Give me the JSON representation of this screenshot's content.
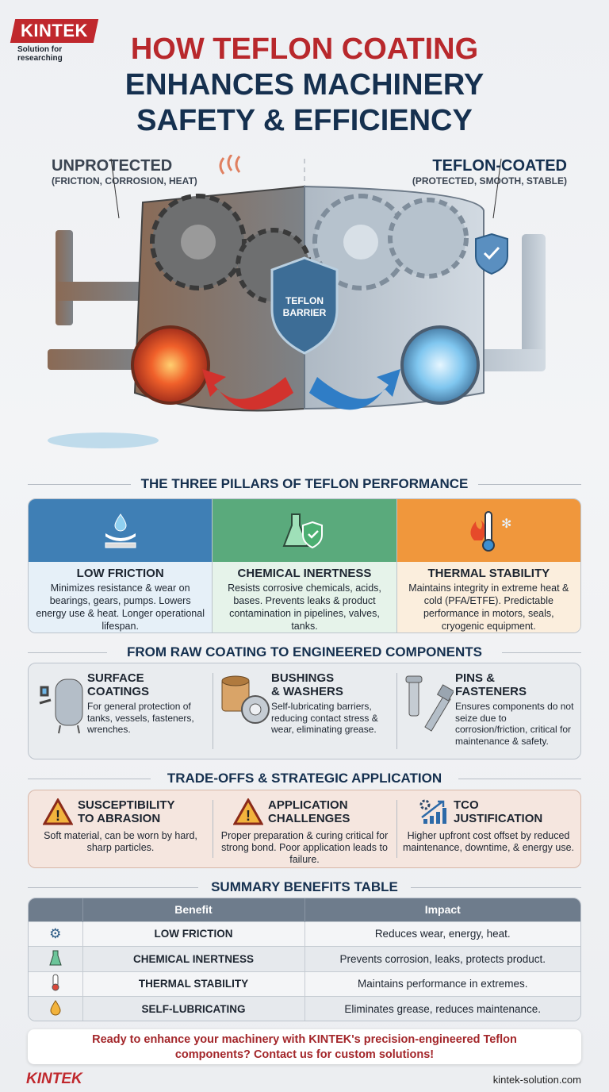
{
  "brand": {
    "logo": "KINTEK",
    "tagline": "Solution for researching",
    "accent": "#c0282d",
    "navy": "#15304f"
  },
  "title": {
    "line1": "HOW TEFLON COATING",
    "line2": "ENHANCES MACHINERY",
    "line3": "SAFETY & EFFICIENCY"
  },
  "comparison": {
    "left": {
      "title": "UNPROTECTED",
      "subtitle": "(FRICTION, CORROSION, HEAT)"
    },
    "right": {
      "title": "TEFLON-COATED",
      "subtitle": "(PROTECTED, SMOOTH, STABLE)"
    },
    "shield": {
      "line1": "TEFLON",
      "line2": "BARRIER"
    }
  },
  "pillars": {
    "heading": "THE THREE PILLARS OF TEFLON PERFORMANCE",
    "items": [
      {
        "icon": "water-drop-surface-icon",
        "color": "#3f7fb5",
        "title": "LOW FRICTION",
        "desc": "Minimizes resistance & wear on bearings, gears, pumps. Lowers energy use & heat. Longer operational lifespan."
      },
      {
        "icon": "flask-shield-icon",
        "color": "#5aaa7c",
        "title": "CHEMICAL INERTNESS",
        "desc": "Resists corrosive chemicals, acids, bases. Prevents leaks & product contamination in pipelines, valves, tanks."
      },
      {
        "icon": "thermometer-fire-ice-icon",
        "color": "#f0973c",
        "title": "THERMAL STABILITY",
        "desc": "Maintains integrity in extreme heat & cold (PFA/ETFE). Predictable performance in motors, seals, cryogenic equipment."
      }
    ]
  },
  "components": {
    "heading": "FROM RAW COATING TO ENGINEERED COMPONENTS",
    "items": [
      {
        "icon": "spray-gun-tank-icon",
        "title1": "SURFACE",
        "title2": "COATINGS",
        "desc": "For general protection of tanks, vessels, fasteners, wrenches."
      },
      {
        "icon": "bushing-washer-icon",
        "title1": "BUSHINGS",
        "title2": "& WASHERS",
        "desc": "Self-lubricating barriers, reducing contact stress & wear, eliminating grease."
      },
      {
        "icon": "pin-bolt-icon",
        "title1": "PINS &",
        "title2": "FASTENERS",
        "desc": "Ensures components do not seize due to corrosion/friction, critical for maintenance & safety."
      }
    ]
  },
  "tradeoffs": {
    "heading": "TRADE-OFFS & STRATEGIC APPLICATION",
    "items": [
      {
        "icon": "warning-icon",
        "title1": "SUSCEPTIBILITY",
        "title2": "TO ABRASION",
        "desc": "Soft material, can be worn by hard, sharp particles."
      },
      {
        "icon": "warning-icon",
        "title1": "APPLICATION",
        "title2": "CHALLENGES",
        "desc": "Proper preparation & curing critical for strong bond. Poor application leads to failure."
      },
      {
        "icon": "growth-chart-gear-icon",
        "title1": "TCO",
        "title2": "JUSTIFICATION",
        "desc": "Higher upfront cost offset by reduced maintenance, downtime, & energy use."
      }
    ]
  },
  "summary": {
    "heading": "SUMMARY BENEFITS TABLE",
    "columns": [
      "Benefit",
      "Impact"
    ],
    "rows": [
      {
        "icon": "gears-icon",
        "benefit": "LOW FRICTION",
        "impact": "Reduces wear, energy, heat."
      },
      {
        "icon": "flask-icon",
        "benefit": "CHEMICAL INERTNESS",
        "impact": "Prevents corrosion, leaks, protects product."
      },
      {
        "icon": "thermometer-icon",
        "benefit": "THERMAL STABILITY",
        "impact": "Maintains performance in extremes."
      },
      {
        "icon": "oil-drop-icon",
        "benefit": "SELF-LUBRICATING",
        "impact": "Eliminates grease, reduces maintenance."
      }
    ]
  },
  "cta": {
    "line1": "Ready to enhance your machinery with KINTEK's precision-engineered Teflon",
    "line2": "components? Contact us for custom solutions!"
  },
  "footer": {
    "logo": "KINTEK",
    "url": "kintek-solution.com"
  }
}
